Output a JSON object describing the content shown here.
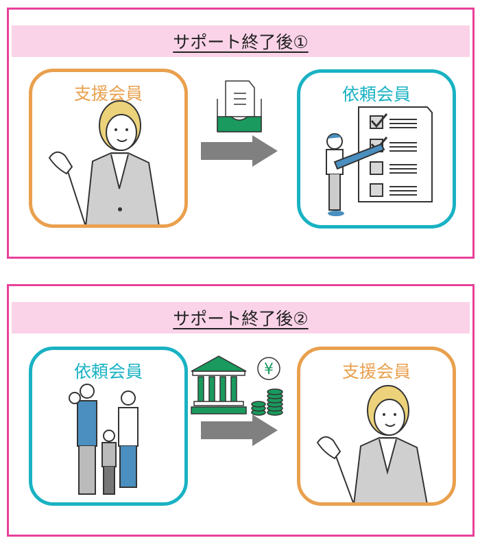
{
  "panel1": {
    "title": "サポート終了後①",
    "left_box": {
      "label": "支援会員",
      "icon": "supporter-woman-illustration"
    },
    "middle_icon": "document-inbox-icon",
    "right_box": {
      "label": "依頼会員",
      "icon": "checklist-person-illustration"
    }
  },
  "panel2": {
    "title": "サポート終了後②",
    "left_box": {
      "label": "依頼会員",
      "icon": "family-illustration"
    },
    "middle_icon": "bank-yen-coins-icon",
    "right_box": {
      "label": "支援会員",
      "icon": "supporter-woman-illustration"
    }
  },
  "colors": {
    "frame": "#e8409a",
    "band": "#fbd3e8",
    "supporter": "#e9a04e",
    "requester": "#19b2c3",
    "arrow": "#808080",
    "accent_green": "#1a9a5e"
  }
}
